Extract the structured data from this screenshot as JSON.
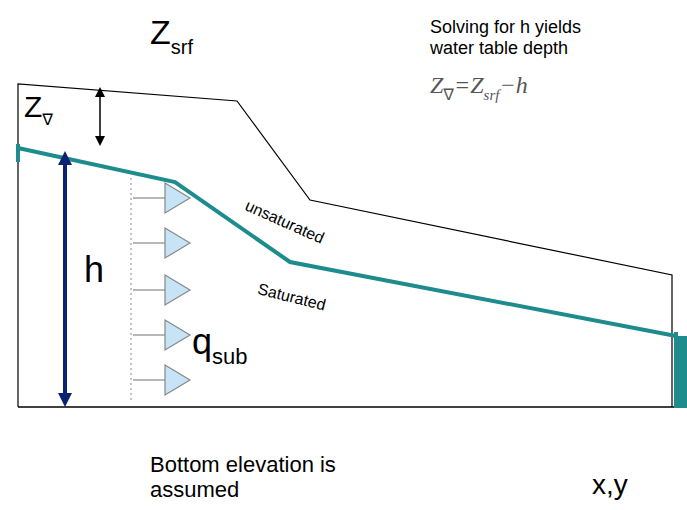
{
  "diagram": {
    "labels": [
      "Z",
      "srf",
      "Solving for h yields water table depth",
      "Z",
      "∇",
      "=Z",
      "srf",
      "−h",
      "Z",
      "∇",
      "h",
      "unsaturated",
      "Saturated",
      "q",
      "sub",
      "Bottom elevation is assumed",
      "x,y"
    ]
  }
}
